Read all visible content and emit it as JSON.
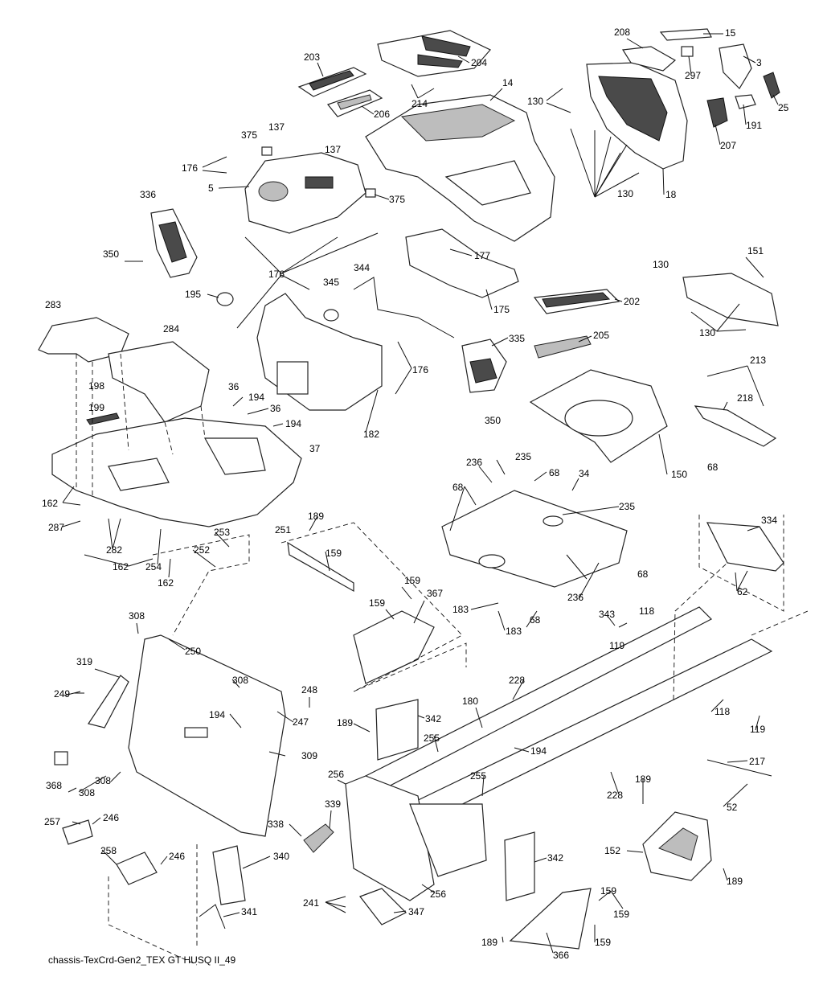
{
  "caption": "chassis-TexCrd-Gen2_TEX GT HUSQ II_49",
  "callouts": [
    "203",
    "204",
    "14",
    "208",
    "15",
    "3",
    "297",
    "25",
    "130",
    "214",
    "206",
    "191",
    "207",
    "375",
    "137",
    "137",
    "176",
    "5",
    "375",
    "18",
    "336",
    "350",
    "176",
    "177",
    "151",
    "130",
    "195",
    "345",
    "344",
    "202",
    "175",
    "130",
    "283",
    "284",
    "335",
    "205",
    "176",
    "198",
    "36",
    "194",
    "36",
    "350",
    "213",
    "199",
    "194",
    "37",
    "182",
    "218",
    "236",
    "235",
    "68",
    "34",
    "150",
    "68",
    "162",
    "68",
    "235",
    "287",
    "282",
    "189",
    "253",
    "251",
    "162",
    "252",
    "254",
    "159",
    "162",
    "308",
    "250",
    "159",
    "367",
    "159",
    "183",
    "236",
    "68",
    "343",
    "118",
    "183",
    "119",
    "319",
    "308",
    "248",
    "249",
    "228",
    "194",
    "247",
    "180",
    "342",
    "189",
    "255",
    "194",
    "256",
    "309",
    "308",
    "255",
    "368",
    "308",
    "217",
    "228",
    "189",
    "257",
    "246",
    "339",
    "338",
    "52",
    "258",
    "246",
    "340",
    "152",
    "342",
    "256",
    "189",
    "159",
    "241",
    "347",
    "341",
    "159",
    "189",
    "366",
    "159",
    "334",
    "62",
    "68",
    "118",
    "119",
    "130"
  ],
  "colors": {
    "line": "#222222",
    "shade": "#bdbdbd",
    "dark": "#4a4a4a"
  }
}
